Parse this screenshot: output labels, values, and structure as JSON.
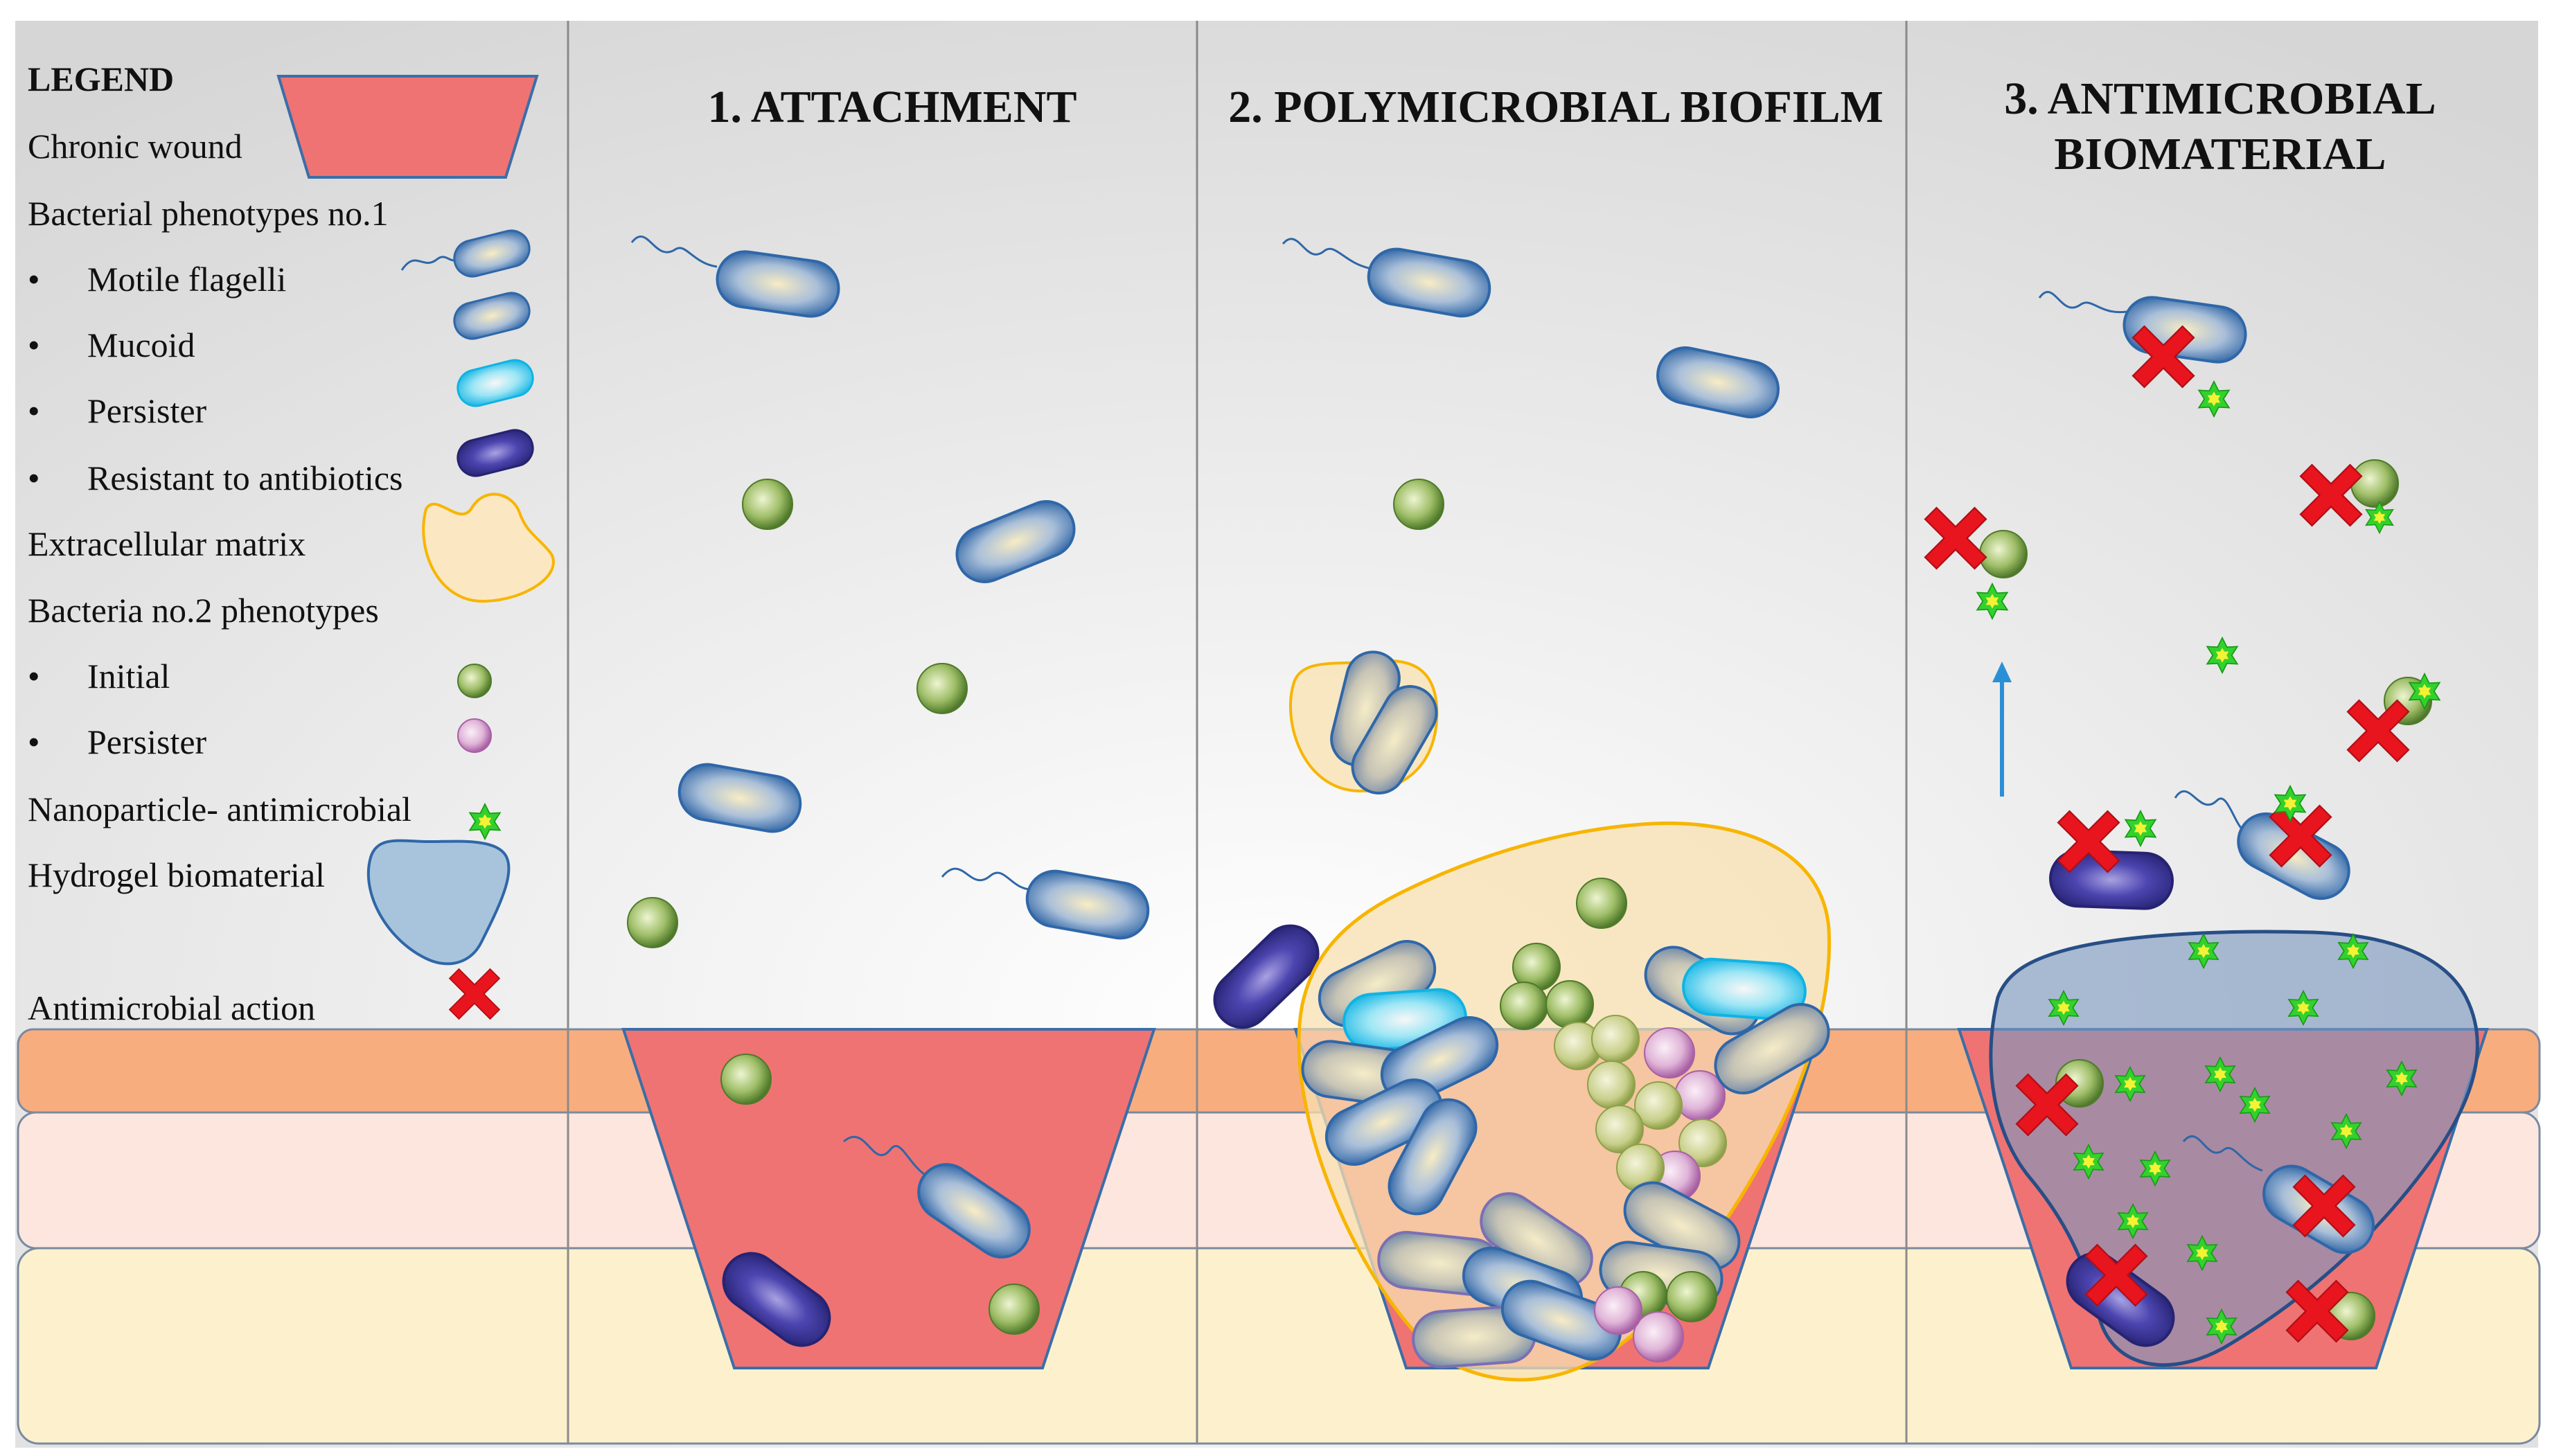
{
  "legend": {
    "heading": "LEGEND",
    "items": {
      "chronic_wound": "Chronic wound",
      "bacterial_phenotypes_1": "Bacterial phenotypes no.1",
      "motile_flagelli": "Motile flagelli",
      "mucoid": "Mucoid",
      "persister_1": "Persister",
      "resistant": "Resistant to antibiotics",
      "extracellular_matrix": "Extracellular matrix",
      "bacteria_2_phenotypes": "Bacteria no.2 phenotypes",
      "initial": "Initial",
      "persister_2": "Persister",
      "nanoparticle": "Nanoparticle- antimicrobial",
      "hydrogel": "Hydrogel biomaterial",
      "antimicrobial_action": "Antimicrobial action"
    },
    "bullet": "•"
  },
  "panels": {
    "attachment": {
      "title": "1. ATTACHMENT"
    },
    "biofilm": {
      "title": "2. POLYMICROBIAL BIOFILM"
    },
    "biomaterial": {
      "title_line1": "3. ANTIMICROBIAL",
      "title_line2": "BIOMATERIAL"
    }
  },
  "icons": {
    "flagellum": "flagellum-icon",
    "rod_bacterium": "rod-bacterium-icon",
    "coccus": "coccus-icon",
    "nanoparticle": "star-nanoparticle-icon",
    "antimicrobial_action": "red-x-icon",
    "arrow": "up-arrow-icon"
  },
  "colors": {
    "background_grey": "#d9d9d9",
    "skin_orange": "#f7ab7c",
    "skin_pink": "#fde5dc",
    "skin_cream": "#fdf0cc",
    "wound_red": "#ef7373",
    "rod_blue": "#2f67a8",
    "rod_cream": "#f6e8bf",
    "persister_cyan": "#1fb7e6",
    "resistant_purple": "#2d2a8c",
    "coccus_green": "#6f9a3a",
    "coccus_persister_pink": "#d48ac4",
    "matrix_yellow": "#f7b500",
    "hydrogel_blue": "#8fb5d4",
    "nanoparticle_green": "#2ec22e",
    "action_red": "#e8141e",
    "arrow_blue": "#2b8fd6"
  }
}
